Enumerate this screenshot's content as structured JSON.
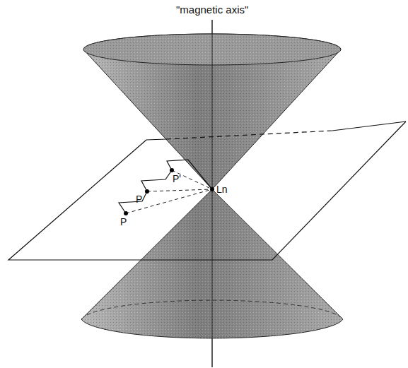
{
  "diagram": {
    "labels": [
      "\"magnetic axis\"",
      "Ln",
      "P'",
      "P",
      "P"
    ]
  }
}
